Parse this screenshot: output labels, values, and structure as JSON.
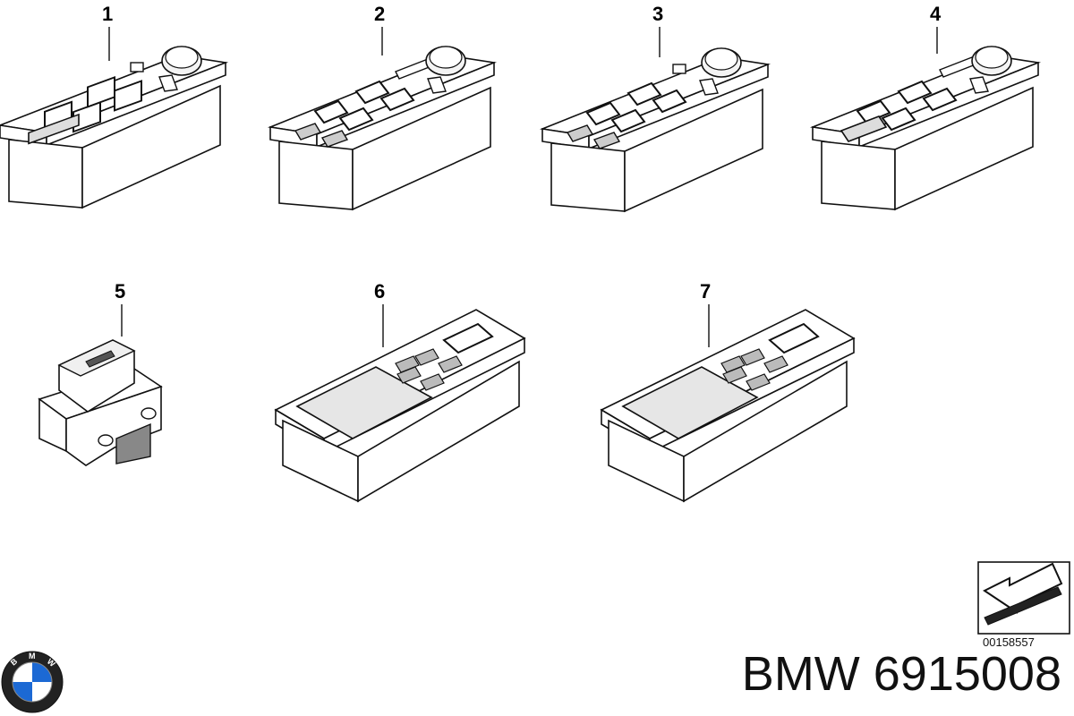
{
  "parts": [
    {
      "number": "1"
    },
    {
      "number": "2"
    },
    {
      "number": "3"
    },
    {
      "number": "4"
    },
    {
      "number": "5"
    },
    {
      "number": "6"
    },
    {
      "number": "7"
    }
  ],
  "diagram_code": "00158557",
  "brand_part_number": "BMW 6915008",
  "logo": {
    "letters": "BMW",
    "colors": {
      "blue": "#1c69d4",
      "white": "#ffffff",
      "ring": "#222222"
    }
  }
}
